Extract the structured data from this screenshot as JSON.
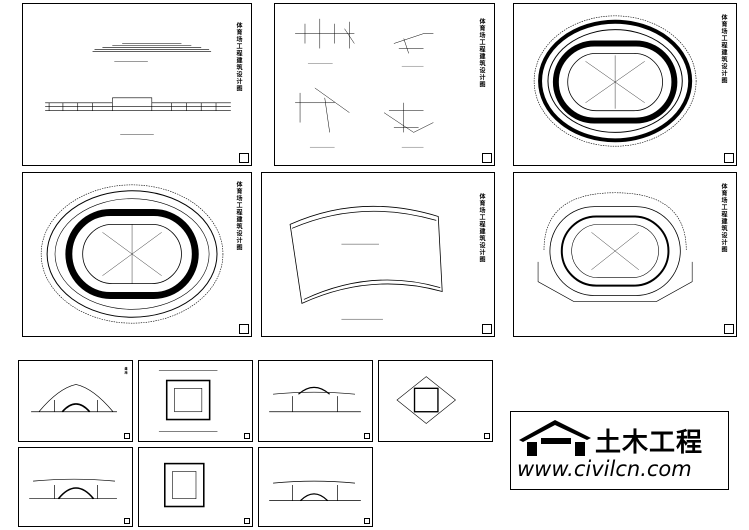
{
  "watermark": {
    "brand_cn": "土木工程",
    "url": "www.civilcn.com"
  },
  "sheets": {
    "vertical_title": "体育场工程建筑设计图",
    "vertical_title_short": "建施"
  }
}
